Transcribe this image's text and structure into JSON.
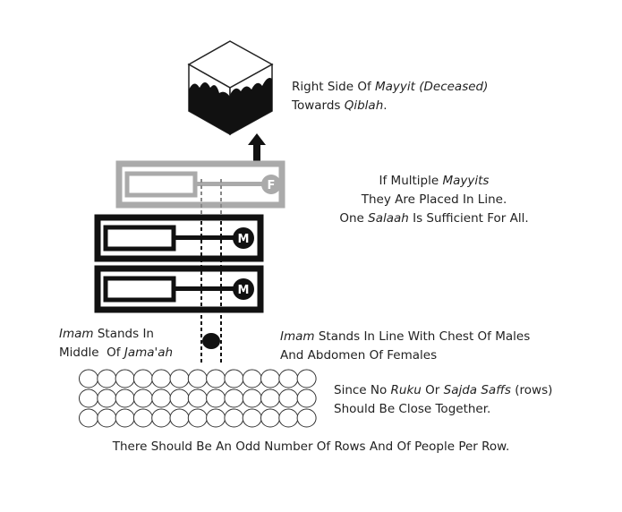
{
  "kaaba_note": {
    "line1_a": "Right Side Of ",
    "line1_b": "Mayyit (Deceased)",
    "line2_a": "Towards ",
    "line2_b": "Qiblah",
    "line2_c": "."
  },
  "multiple_note": {
    "line1_a": "If Multiple ",
    "line1_b": "Mayyits",
    "line2": "They Are Placed In Line.",
    "line3_a": "One ",
    "line3_b": "Salaah",
    "line3_c": " Is Sufficient For All."
  },
  "imam_middle_note": {
    "line1_a": "Imam",
    "line1_b": " Stands In",
    "line2_a": "Middle  Of ",
    "line2_b": "Jama'ah"
  },
  "imam_chest_note": {
    "line1_a": "Imam",
    "line1_b": " Stands In Line With Chest Of Males",
    "line2": "And Abdomen Of Females"
  },
  "rows_note": {
    "line1_a": "Since No ",
    "line1_b": "Ruku",
    "line1_c": " Or ",
    "line1_d": "Sajda Saffs",
    "line1_e": " (rows)",
    "line2": "Should Be Close Together."
  },
  "footer": "There Should Be An Odd Number Of Rows And Of People Per Row.",
  "badges": {
    "female": "F",
    "male": "M"
  },
  "rows": 3,
  "people_per_row": 13,
  "colors": {
    "male": "#111111",
    "female": "#aaaaaa"
  }
}
